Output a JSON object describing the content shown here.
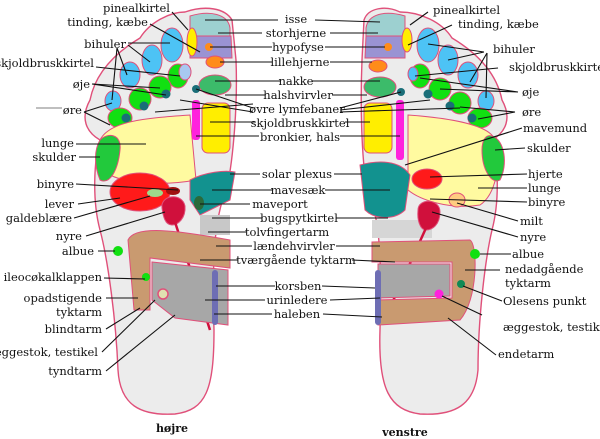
{
  "captions": {
    "right_foot": "højre",
    "left_foot": "venstre"
  },
  "colors": {
    "outline": "#e0507a",
    "sole": "#ececec",
    "sinus": "#4dc3f5",
    "toe_green": "#11e011",
    "eye_ear": "#1a6e78",
    "lung": "#fffaa0",
    "thyroid": "#ffee00",
    "brain": "#9a93d3",
    "top": "#9dd0d0",
    "orange": "#ff8c1a",
    "neck": "#3cbb6a",
    "bronchi": "#ff22dd",
    "shoulder": "#22c93c",
    "liver": "#ff1a1a",
    "kidney": "#d0103c",
    "stomach": "#12928f",
    "colon": "#c99a70",
    "small_intestine": "#a7a7a7",
    "spine": "#6e6eb4",
    "spleen": "#ffcc80",
    "olesen": "#0f8a55"
  },
  "labels": {
    "center": [
      "isse",
      "storhjerne",
      "hypofyse",
      "lillehjerne",
      "nakke",
      "halshvirvler",
      "øvre lymfebaner",
      "skjoldbruskkirtel",
      "bronkier, hals",
      "solar plexus",
      "mavesæk",
      "maveport",
      "bugspytkirtel",
      "tolvfingertarm",
      "lændehvirvler",
      "tværgående tyktarm",
      "korsben",
      "urinledere",
      "haleben"
    ],
    "right_foot_side": [
      "pinealkirtel",
      "tinding, kæbe",
      "bihuler",
      "skjoldbruskkirtel",
      "øje",
      "øre",
      "lunge",
      "skulder",
      "binyre",
      "lever",
      "galdeblære",
      "nyre",
      "albue",
      "ileocøkalklappen",
      "opadstigende",
      "tyktarm",
      "blindtarm",
      "æggestok, testikel",
      "tyndtarm"
    ],
    "left_foot_side": [
      "pinealkirtel",
      "tinding, kæbe",
      "bihuler",
      "skjoldbruskkirtel",
      "øje",
      "øre",
      "mavemund",
      "skulder",
      "hjerte",
      "lunge",
      "binyre",
      "milt",
      "nyre",
      "albue",
      "nedadgående",
      "tyktarm",
      "Olesens punkt",
      "æggestok, testikel",
      "endetarm"
    ]
  }
}
